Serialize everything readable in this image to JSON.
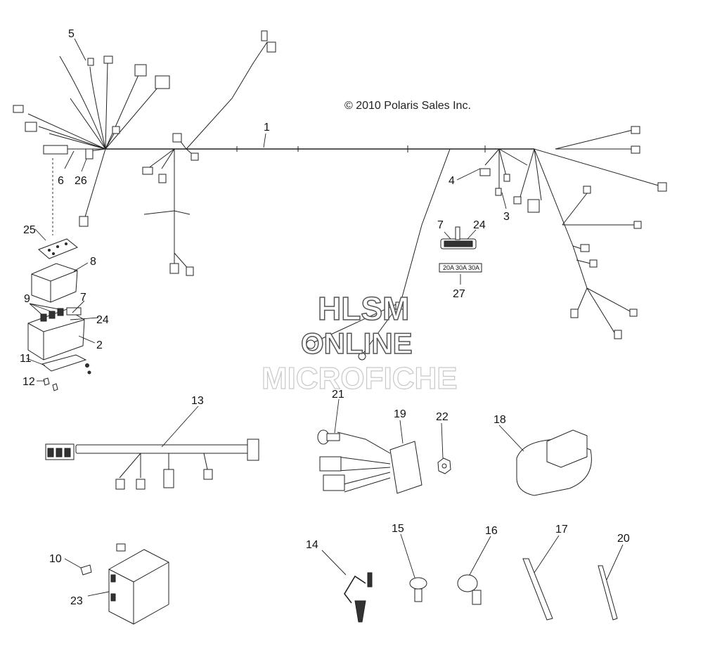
{
  "copyright": "© 2010 Polaris Sales Inc.",
  "watermark": {
    "line1": "HLSM",
    "line2": "ONLINE",
    "line3": "MICROFICHE"
  },
  "fuse_label": "20A  30A  30A",
  "callouts": {
    "c1": "1",
    "c2": "2",
    "c3": "3",
    "c4": "4",
    "c5": "5",
    "c6": "6",
    "c7a": "7",
    "c7b": "7",
    "c8": "8",
    "c9": "9",
    "c10": "10",
    "c11": "11",
    "c12": "12",
    "c13": "13",
    "c14": "14",
    "c15": "15",
    "c16": "16",
    "c17": "17",
    "c18": "18",
    "c19": "19",
    "c20": "20",
    "c21": "21",
    "c22": "22",
    "c23": "23",
    "c24a": "24",
    "c24b": "24",
    "c25": "25",
    "c26": "26",
    "c27": "27"
  },
  "colors": {
    "line": "#222222",
    "watermark_dark": "#555555",
    "watermark_light": "#c8c8c8",
    "background": "#ffffff"
  }
}
